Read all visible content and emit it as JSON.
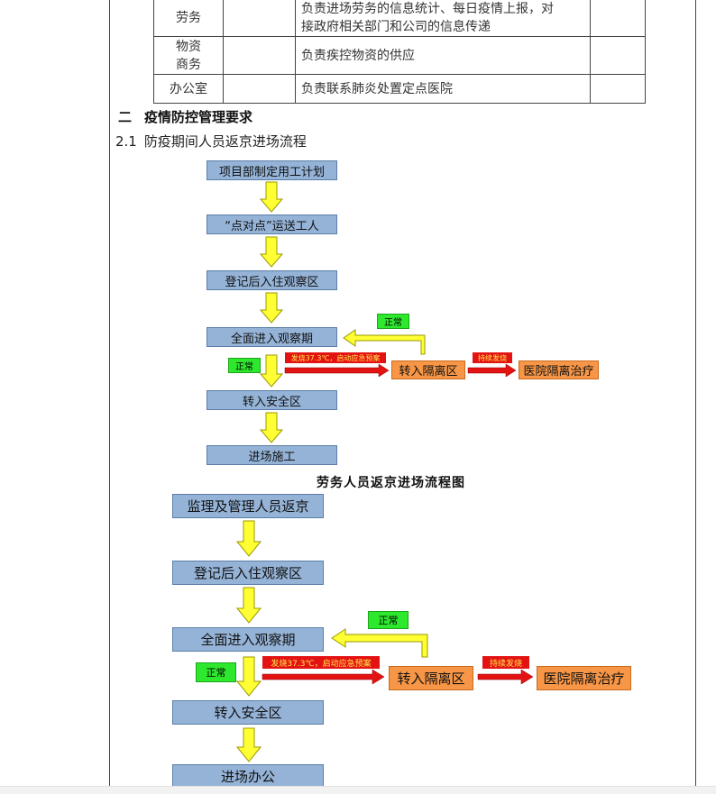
{
  "table": {
    "rows": [
      {
        "dept": "劳务",
        "duty_line1": "负责进场劳务的信息统计、每日疫情上报，对",
        "duty_line2": "接政府相关部门和公司的信息传递"
      },
      {
        "dept_line1": "物资",
        "dept_line2": "商务",
        "duty": "负责疾控物资的供应"
      },
      {
        "dept": "办公室",
        "duty": "负责联系肺炎处置定点医院"
      }
    ]
  },
  "section": {
    "number": "二",
    "title": "疫情防控管理要求"
  },
  "subsection": {
    "number": "2.1",
    "title": "防疫期间人员返京进场流程"
  },
  "flow1": {
    "steps": [
      "项目部制定用工计划",
      "“点对点”运送工人",
      "登记后入住观察区",
      "全面进入观察期",
      "转入安全区",
      "进场施工"
    ],
    "normal_label": "正常",
    "fever_label": "发烧37.3℃，启动应急预案",
    "isolation": "转入隔离区",
    "persist_label": "持续发烧",
    "hospital": "医院隔离治疗"
  },
  "caption": "劳务人员返京进场流程图",
  "flow2": {
    "steps": [
      "监理及管理人员返京",
      "登记后入住观察区",
      "全面进入观察期",
      "转入安全区",
      "进场办公"
    ],
    "normal_label": "正常",
    "fever_label": "发烧37.3℃，启动应急预案",
    "isolation": "转入隔离区",
    "persist_label": "持续发烧",
    "hospital": "医院隔离治疗"
  },
  "colors": {
    "step_fill": "#95b3d7",
    "isolation_fill": "#f79646",
    "normal_tag": "#2ee82e",
    "warning_tag": "#e41313",
    "arrow_fill": "#ffff33",
    "arrow_stroke": "#9a9a00"
  }
}
